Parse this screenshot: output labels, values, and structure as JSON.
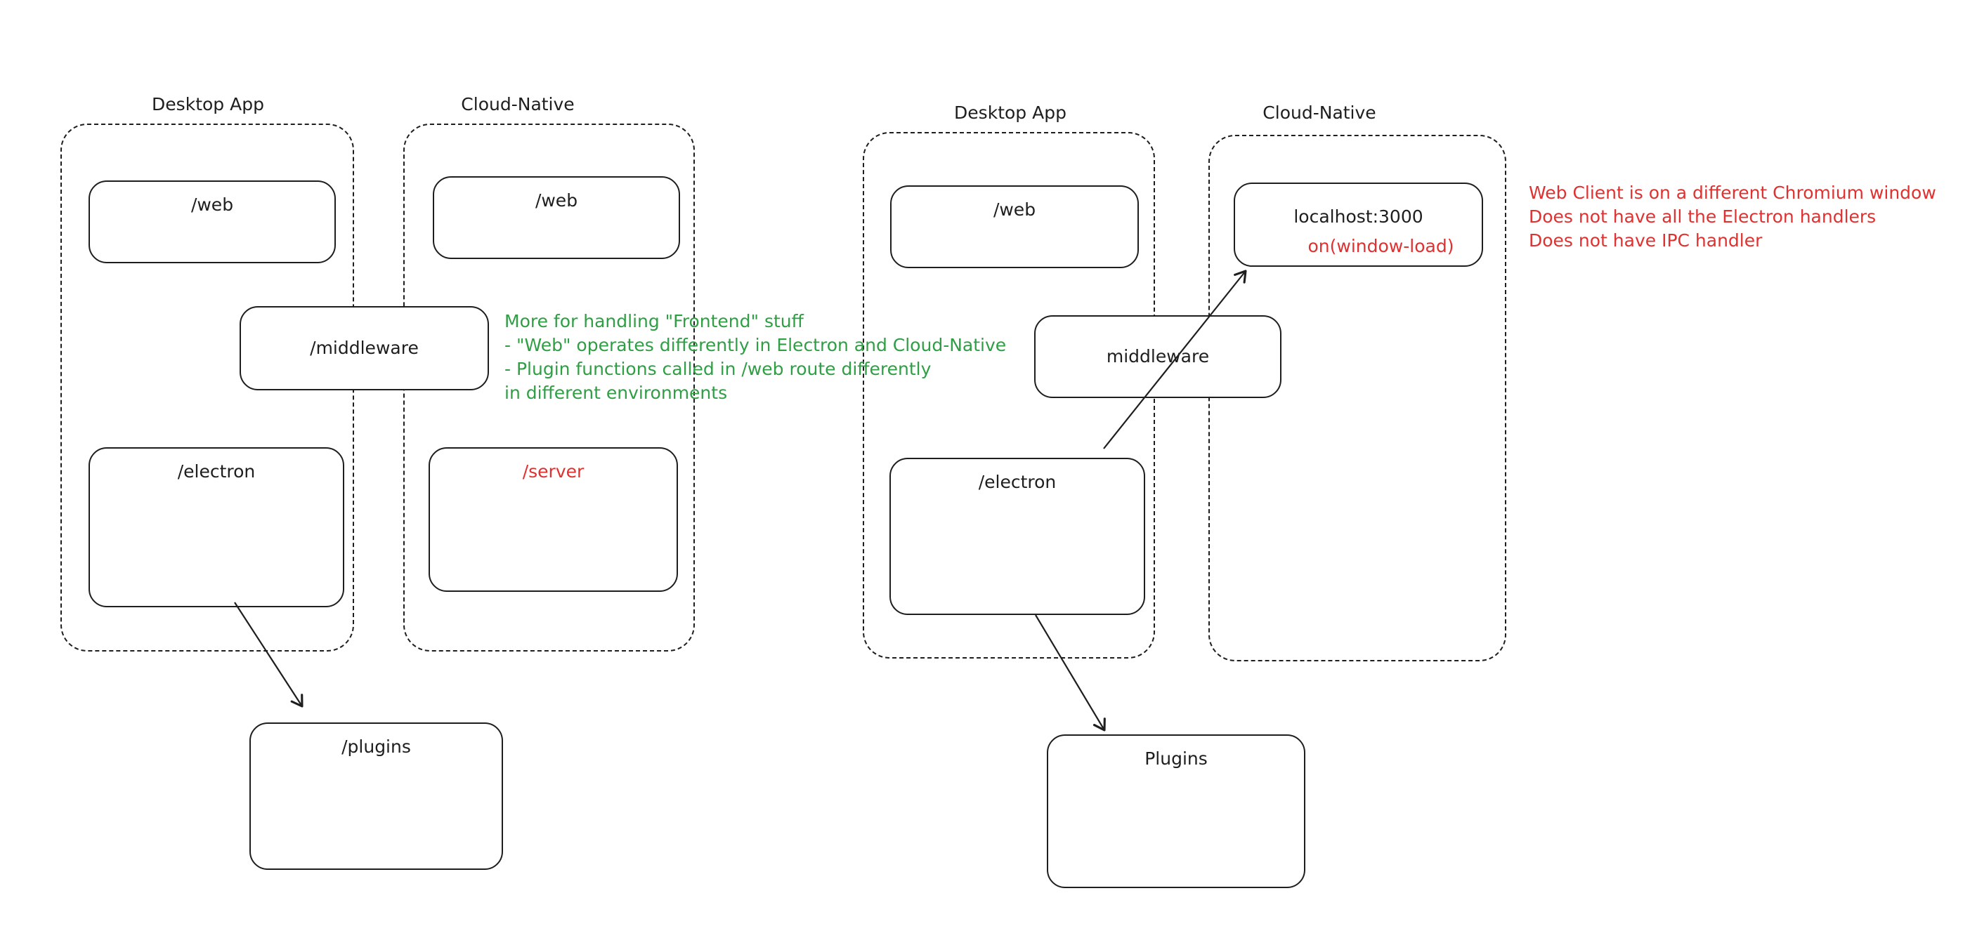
{
  "colors": {
    "stroke": "#1e1e1e",
    "green": "#2f9e44",
    "red": "#e03131",
    "background": "#ffffff"
  },
  "left": {
    "desktop_title": "Desktop App",
    "cloud_title": "Cloud-Native",
    "web_desktop": "/web",
    "middleware": "/middleware",
    "electron": "/electron",
    "web_cloud": "/web",
    "server": "/server",
    "plugins": "/plugins",
    "green_note": {
      "lines": [
        "More for handling \"Frontend\" stuff",
        "- \"Web\" operates differently in Electron and Cloud-Native",
        "- Plugin functions called in /web route differently",
        "in different environments"
      ]
    }
  },
  "right": {
    "desktop_title": "Desktop App",
    "cloud_title": "Cloud-Native",
    "web_desktop": "/web",
    "middleware": "middleware",
    "electron": "/electron",
    "localhost": "localhost:3000",
    "window_load": "on(window-load)",
    "plugins": "Plugins",
    "red_note": {
      "lines": [
        "Web Client is on a different Chromium window",
        "Does not have all the Electron handlers",
        "Does not have IPC handler"
      ]
    }
  }
}
